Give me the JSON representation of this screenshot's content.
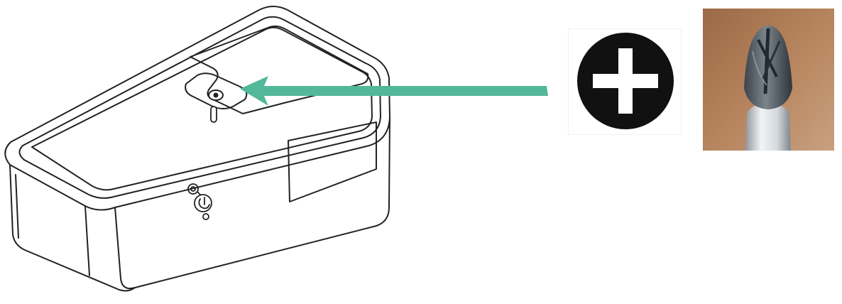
{
  "diagram": {
    "subject": "device-housing",
    "target_feature": "screw",
    "pointer": "arrow",
    "drive_symbol": "phillips-cross",
    "tool": "phillips-screwdriver-bit",
    "colors": {
      "arrow": "#52b899",
      "outline": "#222222",
      "symbol_fill": "#111111",
      "symbol_cross": "#ffffff",
      "photo_background": "#b07a53",
      "bit_metal": "#59626a",
      "shaft": "#d9dde0"
    }
  }
}
